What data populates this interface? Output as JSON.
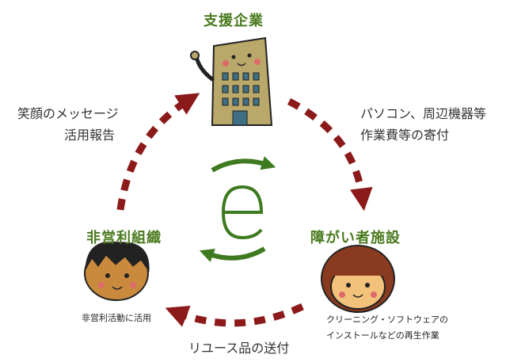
{
  "colors": {
    "accent_green": "#4a7a1e",
    "arrow_red": "#8c1a1a",
    "text": "#333333"
  },
  "nodes": {
    "top": {
      "title": "支援企業"
    },
    "left": {
      "title": "非営利組織",
      "caption": "非営利活動に活用"
    },
    "right": {
      "title": "障がい者施設",
      "caption_line1": "クリーニング・ソフトウェアの",
      "caption_line2": "インストールなどの再生作業"
    }
  },
  "flows": {
    "top_to_right": {
      "line1": "パソコン、周辺機器等",
      "line2": "作業費等の寄付"
    },
    "right_to_left": {
      "label": "リユース品の送付"
    },
    "left_to_top": {
      "line1": "笑顔のメッセージ",
      "line2": "活用報告"
    }
  },
  "center_logo": {
    "letter": "e",
    "icon": "recycle-e-logo-icon"
  }
}
